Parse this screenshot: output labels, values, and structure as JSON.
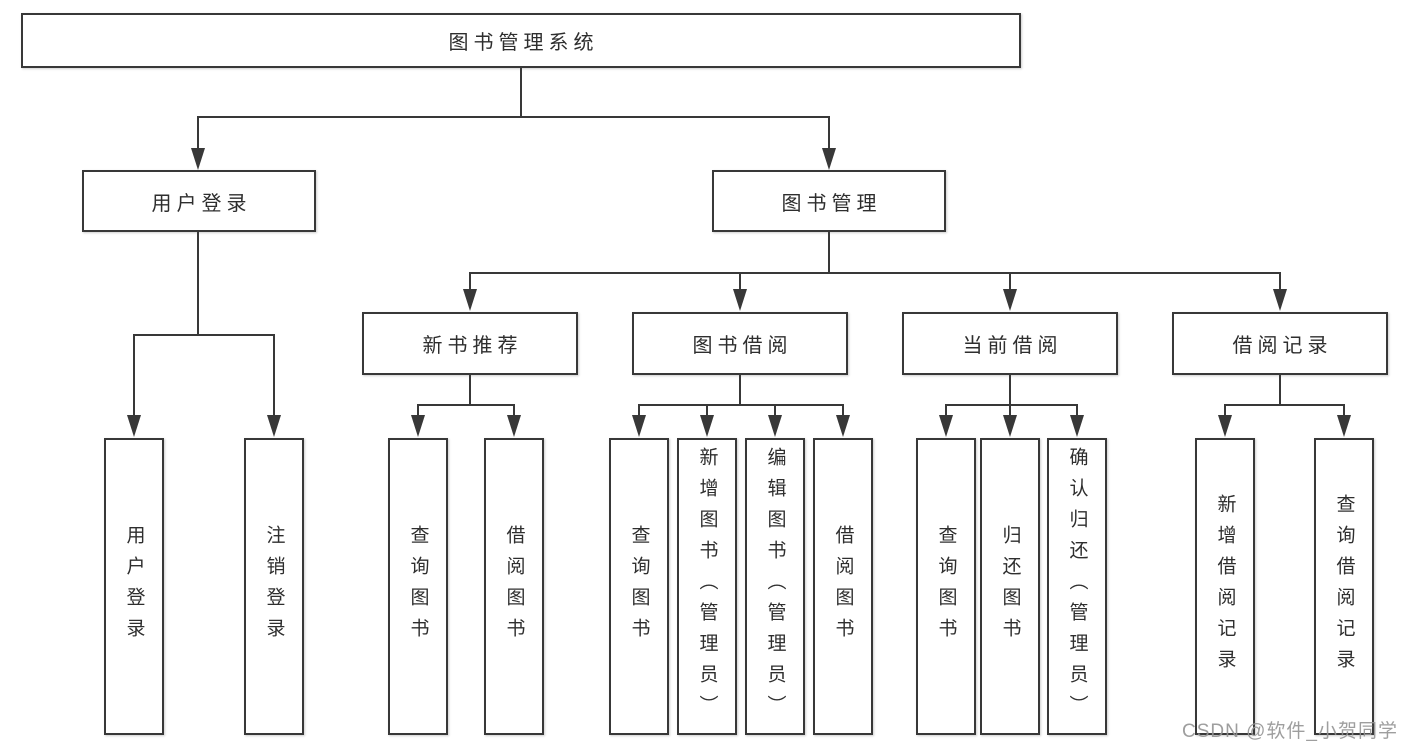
{
  "diagram": {
    "tree": {
      "root": "图书管理系统",
      "children": [
        {
          "label": "用户登录",
          "children": [
            "用户登录",
            "注销登录"
          ]
        },
        {
          "label": "图书管理",
          "children": [
            {
              "label": "新书推荐",
              "children": [
                "查询图书",
                "借阅图书"
              ]
            },
            {
              "label": "图书借阅",
              "children": [
                "查询图书",
                "新增图书（管理员）",
                "编辑图书（管理员）",
                "借阅图书"
              ]
            },
            {
              "label": "当前借阅",
              "children": [
                "查询图书",
                "归还图书",
                "确认归还（管理员）"
              ]
            },
            {
              "label": "借阅记录",
              "children": [
                "新增借阅记录",
                "查询借阅记录"
              ]
            }
          ]
        }
      ]
    },
    "watermark": "CSDN @软件_小贺同学",
    "colors": {
      "line": "#383838",
      "text": "#2e2e2e",
      "box_background": "#ffffff",
      "page_background": "#ffffff",
      "watermark": "#949494"
    }
  }
}
